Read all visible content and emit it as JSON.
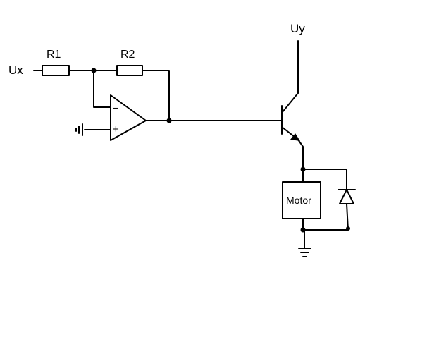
{
  "labels": {
    "ux": "Ux",
    "uy": "Uy",
    "r1": "R1",
    "r2": "R2",
    "minus": "−",
    "plus": "+",
    "motor": "Motor"
  }
}
